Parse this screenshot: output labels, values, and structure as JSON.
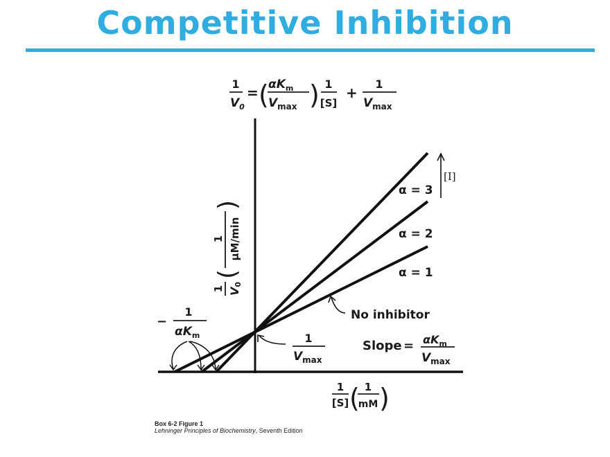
{
  "header": {
    "title": "Competitive Inhibition",
    "accent_color": "#2fade0"
  },
  "equation": {
    "lhs_num": "1",
    "lhs_den": "V",
    "lhs_den_sub": "0",
    "equals": "=",
    "slope_num_alpha": "α",
    "slope_num_K": "K",
    "slope_num_sub": "m",
    "slope_den": "V",
    "slope_den_sub": "max",
    "s_num": "1",
    "s_den": "[S]",
    "plus": "+",
    "int_num": "1",
    "int_den": "V",
    "int_den_sub": "max"
  },
  "chart_data": {
    "type": "line",
    "title": "Competitive Inhibition (Lineweaver-Burk double-reciprocal plot)",
    "xlabel": "1/[S] (1/mM)",
    "ylabel": "1/V0 (1/(μM/min))",
    "equation": "1/V0 = (αKm/Vmax)(1/[S]) + 1/Vmax",
    "series": [
      {
        "name": "α = 1 (No inhibitor)",
        "alpha": 1,
        "x_intercept": "-1/Km",
        "y_intercept": "1/Vmax",
        "relative_slope": 1
      },
      {
        "name": "α = 2",
        "alpha": 2,
        "x_intercept": "-1/(2Km)",
        "y_intercept": "1/Vmax",
        "relative_slope": 2
      },
      {
        "name": "α = 3",
        "alpha": 3,
        "x_intercept": "-1/(3Km)",
        "y_intercept": "1/Vmax",
        "relative_slope": 3
      }
    ],
    "annotations": [
      "-1/(αKm)",
      "1/Vmax",
      "No inhibitor",
      "Slope = αKm/Vmax",
      "[I] increasing"
    ],
    "grid": false
  },
  "labels": {
    "y_axis": {
      "num": "1",
      "den": "V",
      "den_sub": "0",
      "unit_num": "1",
      "unit_den": "μM/min"
    },
    "x_axis": {
      "num": "1",
      "den": "[S]",
      "unit_num": "1",
      "unit_den": "mM"
    },
    "alpha3": "α = 3",
    "alpha2": "α = 2",
    "alpha1": "α = 1",
    "inhibitor_arrow": "[I]",
    "no_inhibitor": "No inhibitor",
    "x_intercept": {
      "minus": "−",
      "num": "1",
      "den_alpha": "α",
      "den_K": "K",
      "den_sub": "m"
    },
    "y_intercept": {
      "num": "1",
      "den": "V",
      "den_sub": "max"
    },
    "slope": {
      "word": "Slope",
      "equals": "=",
      "num_alpha": "α",
      "num_K": "K",
      "num_sub": "m",
      "den": "V",
      "den_sub": "max"
    }
  },
  "caption": {
    "figure_id": "Box 6-2 Figure 1",
    "book_title": "Lehninger Principles of Biochemistry",
    "edition": ", Seventh Edition"
  }
}
